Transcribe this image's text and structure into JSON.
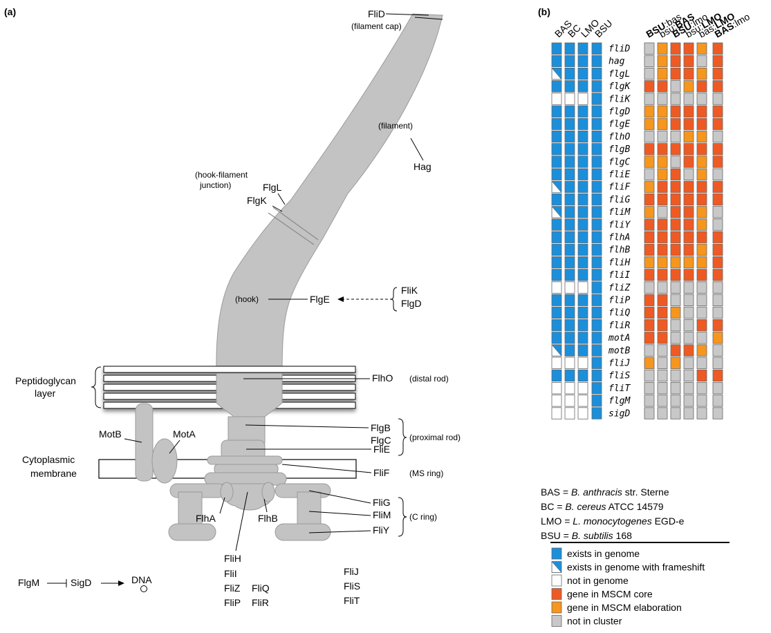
{
  "panels": {
    "a": "(a)",
    "b": "(b)"
  },
  "colors": {
    "exists": "#1c8fdb",
    "core": "#ee5a24",
    "elaboration": "#f6961e",
    "not_in_cluster": "#c8c8c8",
    "absent": "#ffffff",
    "flagellum": "#c3c3c3"
  },
  "flagellum": {
    "labels": {
      "flid": "FliD",
      "filament_cap": "(filament cap)",
      "filament": "(filament)",
      "hag": "Hag",
      "hook_filament_1": "(hook-filament",
      "hook_filament_2": "junction)",
      "flgl": "FlgL",
      "flgk": "FlgK",
      "hook": "(hook)",
      "flge": "FlgE",
      "flik": "FliK",
      "flgd": "FlgD",
      "peptidoglycan_1": "Peptidoglycan",
      "peptidoglycan_2": "layer",
      "flho": "FlhO",
      "distal_rod": "(distal rod)",
      "motb": "MotB",
      "mota": "MotA",
      "flgb": "FlgB",
      "flgc": "FlgC",
      "proximal_rod": "(proximal rod)",
      "flie": "FliE",
      "membrane_1": "Cytoplasmic",
      "membrane_2": "membrane",
      "flif": "FliF",
      "ms_ring": "(MS ring)",
      "flig": "FliG",
      "flim": "FliM",
      "fliy": "FliY",
      "c_ring": "(C ring)",
      "flha": "FlhA",
      "flhb": "FlhB",
      "flih": "FliH",
      "flii": "FliI",
      "fliz": "FliZ",
      "flip": "FliP",
      "fliq": "FliQ",
      "flir": "FliR",
      "flij": "FliJ",
      "flis": "FliS",
      "flit": "FliT",
      "flgm": "FlgM",
      "sigd": "SigD",
      "dna": "DNA"
    }
  },
  "matrix": {
    "organisms": [
      "BAS",
      "BC",
      "LMO",
      "BSU"
    ],
    "comparisons": [
      "BSU:bas",
      "bsu:BAS",
      "BSU:lmo",
      "bsu:LMO",
      "bas:LMO",
      "BAS:lmo"
    ],
    "rows": [
      {
        "gene": "fliD",
        "genome": [
          "E",
          "E",
          "E",
          "E"
        ],
        "mscm": [
          "N",
          "L",
          "C",
          "C",
          "L",
          "C"
        ]
      },
      {
        "gene": "hag",
        "genome": [
          "E",
          "E",
          "E",
          "E"
        ],
        "mscm": [
          "N",
          "L",
          "C",
          "C",
          "N",
          "C"
        ]
      },
      {
        "gene": "flgL",
        "genome": [
          "F",
          "E",
          "E",
          "E"
        ],
        "mscm": [
          "N",
          "L",
          "C",
          "C",
          "L",
          "C"
        ]
      },
      {
        "gene": "flgK",
        "genome": [
          "E",
          "E",
          "E",
          "E"
        ],
        "mscm": [
          "C",
          "C",
          "N",
          "L",
          "C",
          "C"
        ]
      },
      {
        "gene": "fliK",
        "genome": [
          "A",
          "A",
          "A",
          "E"
        ],
        "mscm": [
          "N",
          "N",
          "N",
          "N",
          "N",
          "N"
        ]
      },
      {
        "gene": "flgD",
        "genome": [
          "E",
          "E",
          "E",
          "E"
        ],
        "mscm": [
          "L",
          "L",
          "C",
          "C",
          "C",
          "C"
        ]
      },
      {
        "gene": "flgE",
        "genome": [
          "E",
          "E",
          "E",
          "E"
        ],
        "mscm": [
          "L",
          "L",
          "C",
          "C",
          "C",
          "C"
        ]
      },
      {
        "gene": "flhO",
        "genome": [
          "E",
          "E",
          "E",
          "E"
        ],
        "mscm": [
          "N",
          "N",
          "N",
          "L",
          "L",
          "N"
        ]
      },
      {
        "gene": "flgB",
        "genome": [
          "E",
          "E",
          "E",
          "E"
        ],
        "mscm": [
          "C",
          "C",
          "C",
          "C",
          "C",
          "C"
        ]
      },
      {
        "gene": "flgC",
        "genome": [
          "E",
          "E",
          "E",
          "E"
        ],
        "mscm": [
          "L",
          "L",
          "N",
          "C",
          "L",
          "C"
        ]
      },
      {
        "gene": "fliE",
        "genome": [
          "E",
          "E",
          "E",
          "E"
        ],
        "mscm": [
          "N",
          "L",
          "C",
          "N",
          "L",
          "N"
        ]
      },
      {
        "gene": "fliF",
        "genome": [
          "F",
          "E",
          "E",
          "E"
        ],
        "mscm": [
          "L",
          "C",
          "C",
          "C",
          "C",
          "C"
        ]
      },
      {
        "gene": "fliG",
        "genome": [
          "E",
          "E",
          "E",
          "E"
        ],
        "mscm": [
          "C",
          "C",
          "C",
          "C",
          "C",
          "C"
        ]
      },
      {
        "gene": "fliM",
        "genome": [
          "F",
          "E",
          "E",
          "E"
        ],
        "mscm": [
          "L",
          "N",
          "C",
          "C",
          "L",
          "N"
        ]
      },
      {
        "gene": "fliY",
        "genome": [
          "E",
          "E",
          "E",
          "E"
        ],
        "mscm": [
          "C",
          "C",
          "C",
          "C",
          "L",
          "N"
        ]
      },
      {
        "gene": "flhA",
        "genome": [
          "E",
          "E",
          "E",
          "E"
        ],
        "mscm": [
          "C",
          "C",
          "C",
          "C",
          "C",
          "C"
        ]
      },
      {
        "gene": "flhB",
        "genome": [
          "E",
          "E",
          "E",
          "E"
        ],
        "mscm": [
          "C",
          "C",
          "C",
          "C",
          "L",
          "C"
        ]
      },
      {
        "gene": "fliH",
        "genome": [
          "E",
          "E",
          "E",
          "E"
        ],
        "mscm": [
          "L",
          "L",
          "L",
          "L",
          "L",
          "C"
        ]
      },
      {
        "gene": "fliI",
        "genome": [
          "E",
          "E",
          "E",
          "E"
        ],
        "mscm": [
          "C",
          "C",
          "C",
          "C",
          "C",
          "C"
        ]
      },
      {
        "gene": "fliZ",
        "genome": [
          "A",
          "A",
          "A",
          "E"
        ],
        "mscm": [
          "N",
          "N",
          "N",
          "N",
          "N",
          "N"
        ]
      },
      {
        "gene": "fliP",
        "genome": [
          "E",
          "E",
          "E",
          "E"
        ],
        "mscm": [
          "C",
          "C",
          "N",
          "N",
          "N",
          "N"
        ]
      },
      {
        "gene": "fliQ",
        "genome": [
          "E",
          "E",
          "E",
          "E"
        ],
        "mscm": [
          "C",
          "C",
          "L",
          "N",
          "N",
          "N"
        ]
      },
      {
        "gene": "fliR",
        "genome": [
          "E",
          "E",
          "E",
          "E"
        ],
        "mscm": [
          "C",
          "C",
          "N",
          "N",
          "C",
          "C"
        ]
      },
      {
        "gene": "motA",
        "genome": [
          "E",
          "E",
          "E",
          "E"
        ],
        "mscm": [
          "C",
          "C",
          "N",
          "N",
          "N",
          "L"
        ]
      },
      {
        "gene": "motB",
        "genome": [
          "F",
          "E",
          "E",
          "E"
        ],
        "mscm": [
          "N",
          "N",
          "C",
          "C",
          "L",
          "N"
        ]
      },
      {
        "gene": "fliJ",
        "genome": [
          "A",
          "A",
          "A",
          "E"
        ],
        "mscm": [
          "L",
          "N",
          "L",
          "N",
          "N",
          "N"
        ]
      },
      {
        "gene": "fliS",
        "genome": [
          "E",
          "E",
          "E",
          "E"
        ],
        "mscm": [
          "N",
          "N",
          "N",
          "N",
          "C",
          "C"
        ]
      },
      {
        "gene": "fliT",
        "genome": [
          "A",
          "A",
          "A",
          "E"
        ],
        "mscm": [
          "N",
          "N",
          "N",
          "N",
          "N",
          "N"
        ]
      },
      {
        "gene": "flgM",
        "genome": [
          "A",
          "A",
          "A",
          "E"
        ],
        "mscm": [
          "N",
          "N",
          "N",
          "N",
          "N",
          "N"
        ]
      },
      {
        "gene": "sigD",
        "genome": [
          "A",
          "A",
          "A",
          "E"
        ],
        "mscm": [
          "N",
          "N",
          "N",
          "N",
          "N",
          "N"
        ]
      }
    ]
  },
  "organism_key": [
    {
      "code": "BAS",
      "eq": " = ",
      "species": "B. anthracis",
      "strain": " str. Sterne"
    },
    {
      "code": "BC",
      "eq": " = ",
      "species": "B. cereus",
      "strain": " ATCC 14579"
    },
    {
      "code": "LMO",
      "eq": " = ",
      "species": "L. monocytogenes",
      "strain": " EGD-e"
    },
    {
      "code": "BSU",
      "eq": " = ",
      "species": "B. subtilis",
      "strain": " 168"
    }
  ],
  "legend": [
    {
      "key": "E",
      "label": "exists in genome"
    },
    {
      "key": "F",
      "label": "exists in genome with frameshift"
    },
    {
      "key": "A",
      "label": "not in genome"
    },
    {
      "key": "C",
      "label": "gene in MSCM core"
    },
    {
      "key": "L",
      "label": "gene in MSCM elaboration"
    },
    {
      "key": "N",
      "label": "not in cluster"
    }
  ]
}
